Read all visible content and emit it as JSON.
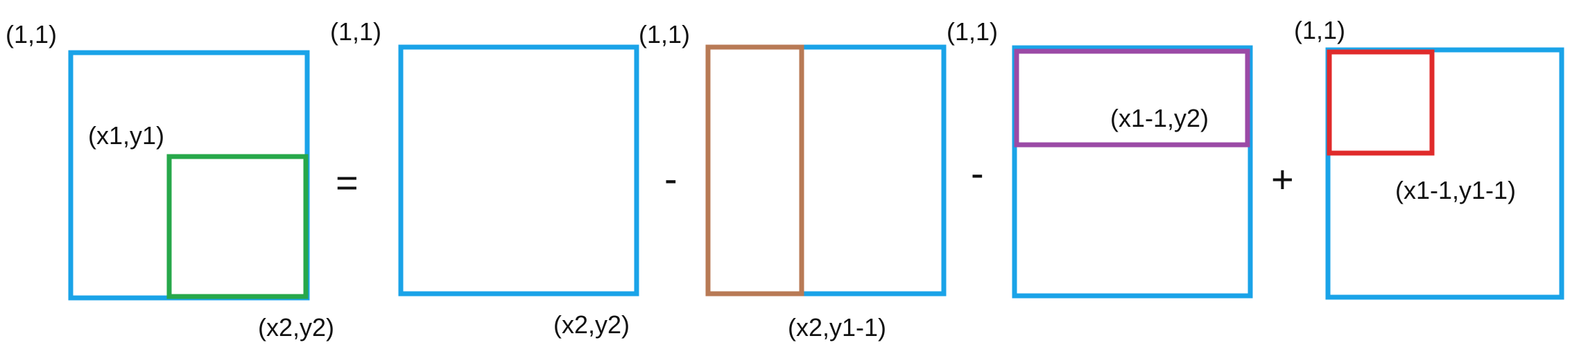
{
  "colors": {
    "outer": "#1aa3e8",
    "green": "#27a84a",
    "brown": "#b87a55",
    "purple": "#9b4aa6",
    "red": "#e02b2b"
  },
  "panels": [
    {
      "top_left": "(1,1)",
      "inner": "(x1,y1)",
      "corner": "(x2,y2)"
    },
    {
      "top_left": "(1,1)",
      "corner": "(x2,y2)"
    },
    {
      "top_left": "(1,1)",
      "corner": "(x2,y1-1)"
    },
    {
      "top_left": "(1,1)",
      "inner": "(x1-1,y2)"
    },
    {
      "top_left": "(1,1)",
      "inner": "(x1-1,y1-1)"
    }
  ],
  "operators": [
    "=",
    "-",
    "-",
    "+"
  ]
}
